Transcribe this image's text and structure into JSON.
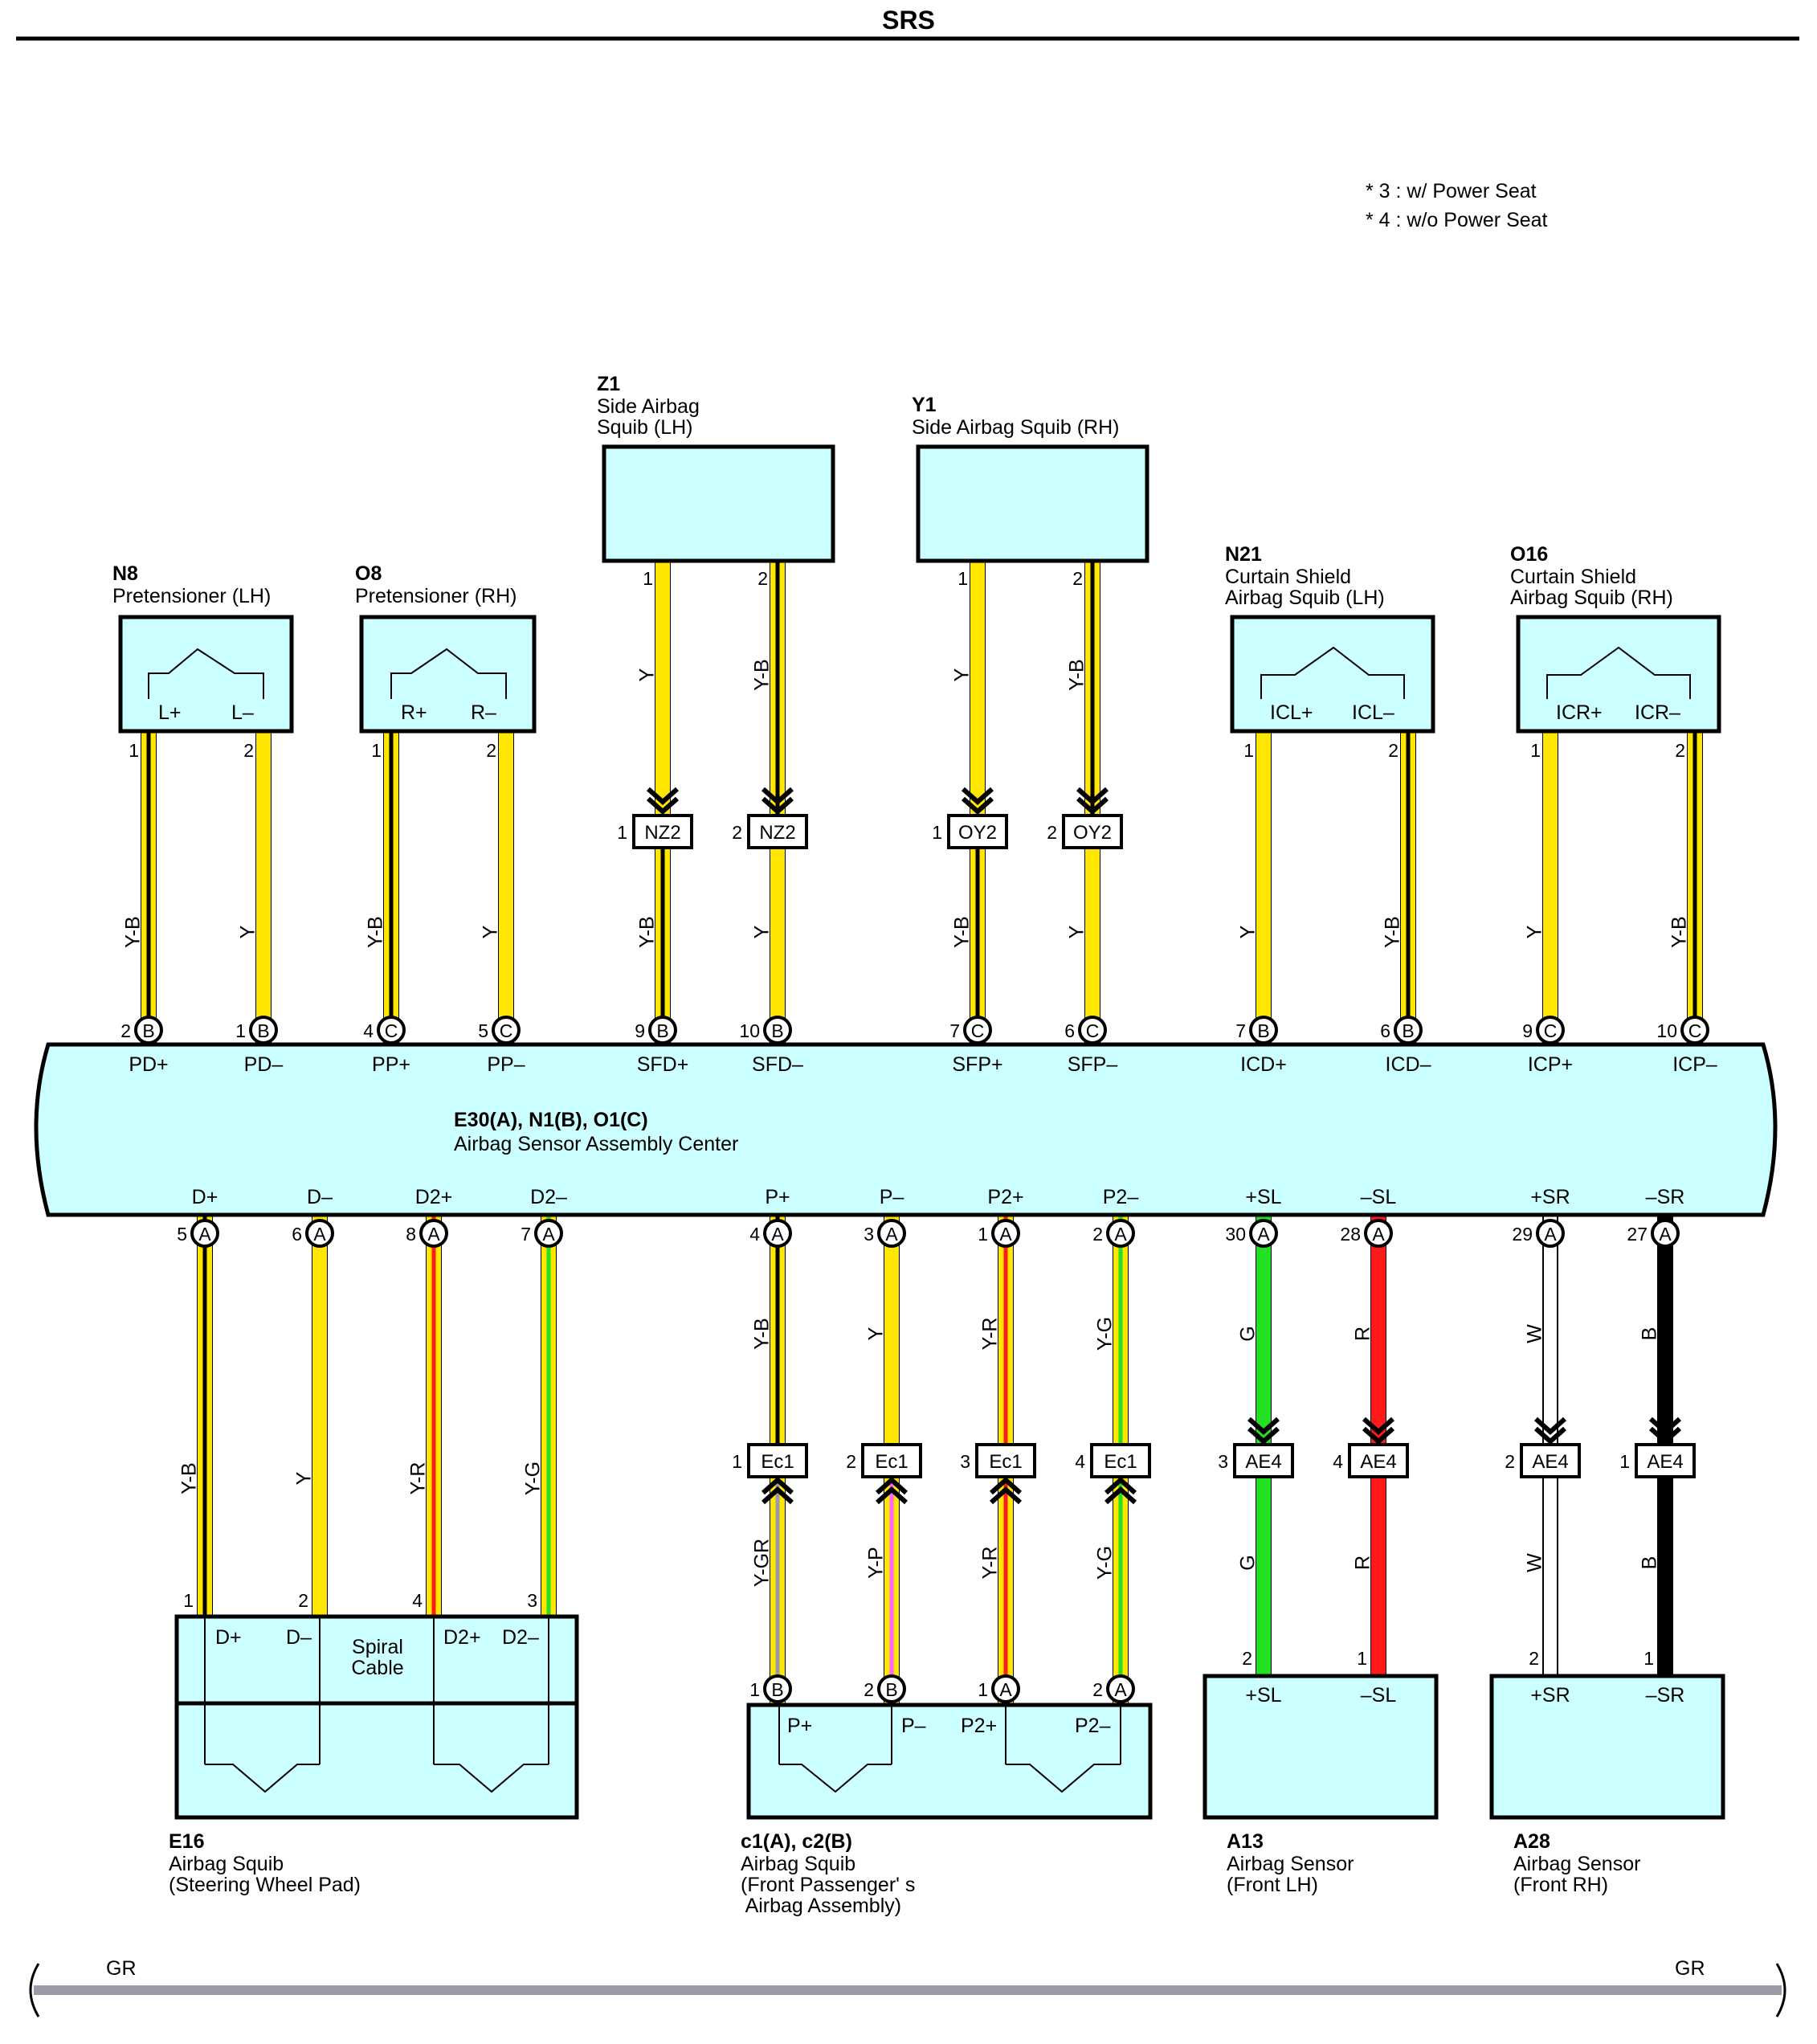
{
  "title": "SRS",
  "notes": [
    "* 3 : w/ Power Seat",
    "* 4 : w/o Power Seat"
  ],
  "colors": {
    "Y": "#ffe600",
    "B": "#000000",
    "R": "#ff1a1a",
    "G": "#22e022",
    "W": "#ffffff",
    "GR": "#9a9aa8",
    "P": "#ff66ff",
    "box": "#ccffff"
  },
  "center": {
    "id": "E30(A), N1(B), O1(C)",
    "name": "Airbag Sensor Assembly Center"
  },
  "components": {
    "n8": {
      "id": "N8",
      "name": [
        "Pretensioner (LH)"
      ],
      "terms": [
        "L+",
        "L–"
      ]
    },
    "o8": {
      "id": "O8",
      "name": [
        "Pretensioner (RH)"
      ],
      "terms": [
        "R+",
        "R–"
      ]
    },
    "z1": {
      "id": "Z1",
      "name": [
        "Side Airbag",
        "Squib (LH)"
      ]
    },
    "y1": {
      "id": "Y1",
      "name": [
        "Side Airbag Squib (RH)"
      ]
    },
    "n21": {
      "id": "N21",
      "name": [
        "Curtain Shield",
        "Airbag Squib (LH)"
      ],
      "terms": [
        "ICL+",
        "ICL–"
      ]
    },
    "o16": {
      "id": "O16",
      "name": [
        "Curtain Shield",
        "Airbag Squib (RH)"
      ],
      "terms": [
        "ICR+",
        "ICR–"
      ]
    },
    "e16": {
      "id": "E16",
      "name": [
        "Airbag Squib",
        "(Steering Wheel Pad)"
      ],
      "terms": [
        "D+",
        "D–",
        "D2+",
        "D2–"
      ],
      "inner": [
        "Spiral",
        "Cable"
      ]
    },
    "c1": {
      "id": "c1(A), c2(B)",
      "name": [
        "Airbag Squib",
        "(Front Passenger' s",
        " Airbag Assembly)"
      ],
      "terms": [
        "P+",
        "P–",
        "P2+",
        "P2–"
      ]
    },
    "a13": {
      "id": "A13",
      "name": [
        "Airbag Sensor",
        "(Front LH)"
      ],
      "terms": [
        "+SL",
        "–SL"
      ]
    },
    "a28": {
      "id": "A28",
      "name": [
        "Airbag Sensor",
        "(Front RH)"
      ],
      "terms": [
        "+SR",
        "–SR"
      ]
    }
  },
  "top_wires": [
    {
      "comp_pin": "1",
      "pin": "2",
      "conn": "B",
      "label": "PD+",
      "color": "Y-B"
    },
    {
      "comp_pin": "2",
      "pin": "1",
      "conn": "B",
      "label": "PD–",
      "color": "Y"
    },
    {
      "comp_pin": "1",
      "pin": "4",
      "conn": "C",
      "label": "PP+",
      "color": "Y-B"
    },
    {
      "comp_pin": "2",
      "pin": "5",
      "conn": "C",
      "label": "PP–",
      "color": "Y"
    },
    {
      "comp_pin": "1",
      "pin": "9",
      "conn": "B",
      "label": "SFD+",
      "color_up": "Y",
      "color": "Y-B",
      "jc": "NZ2",
      "jc_pin": "1"
    },
    {
      "comp_pin": "2",
      "pin": "10",
      "conn": "B",
      "label": "SFD–",
      "color_up": "Y-B",
      "color": "Y",
      "jc": "NZ2",
      "jc_pin": "2"
    },
    {
      "comp_pin": "1",
      "pin": "7",
      "conn": "C",
      "label": "SFP+",
      "color_up": "Y",
      "color": "Y-B",
      "jc": "OY2",
      "jc_pin": "1"
    },
    {
      "comp_pin": "2",
      "pin": "6",
      "conn": "C",
      "label": "SFP–",
      "color_up": "Y-B",
      "color": "Y",
      "jc": "OY2",
      "jc_pin": "2"
    },
    {
      "comp_pin": "1",
      "pin": "7",
      "conn": "B",
      "label": "ICD+",
      "color": "Y"
    },
    {
      "comp_pin": "2",
      "pin": "6",
      "conn": "B",
      "label": "ICD–",
      "color": "Y-B"
    },
    {
      "comp_pin": "1",
      "pin": "9",
      "conn": "C",
      "label": "ICP+",
      "color": "Y"
    },
    {
      "comp_pin": "2",
      "pin": "10",
      "conn": "C",
      "label": "ICP–",
      "color": "Y-B"
    }
  ],
  "bottom_wires": [
    {
      "label": "D+",
      "pin": "5",
      "conn": "A",
      "color": "Y-B",
      "comp_pin": "1"
    },
    {
      "label": "D–",
      "pin": "6",
      "conn": "A",
      "color": "Y",
      "comp_pin": "2"
    },
    {
      "label": "D2+",
      "pin": "8",
      "conn": "A",
      "color": "Y-R",
      "comp_pin": "4"
    },
    {
      "label": "D2–",
      "pin": "7",
      "conn": "A",
      "color": "Y-G",
      "comp_pin": "3"
    },
    {
      "label": "P+",
      "pin": "4",
      "conn": "A",
      "color": "Y-B",
      "jc": "Ec1",
      "jc_pin": "1",
      "color_low": "Y-GR",
      "comp_pin": "1",
      "comp_conn": "B"
    },
    {
      "label": "P–",
      "pin": "3",
      "conn": "A",
      "color": "Y",
      "jc": "Ec1",
      "jc_pin": "2",
      "color_low": "Y-P",
      "comp_pin": "2",
      "comp_conn": "B"
    },
    {
      "label": "P2+",
      "pin": "1",
      "conn": "A",
      "color": "Y-R",
      "jc": "Ec1",
      "jc_pin": "3",
      "color_low": "Y-R",
      "comp_pin": "1",
      "comp_conn": "A"
    },
    {
      "label": "P2–",
      "pin": "2",
      "conn": "A",
      "color": "Y-G",
      "jc": "Ec1",
      "jc_pin": "4",
      "color_low": "Y-G",
      "comp_pin": "2",
      "comp_conn": "A"
    },
    {
      "label": "+SL",
      "pin": "30",
      "conn": "A",
      "color": "G",
      "jc": "AE4",
      "jc_pin": "3",
      "color_low": "G",
      "comp_pin": "2"
    },
    {
      "label": "–SL",
      "pin": "28",
      "conn": "A",
      "color": "R",
      "jc": "AE4",
      "jc_pin": "4",
      "color_low": "R",
      "comp_pin": "1"
    },
    {
      "label": "+SR",
      "pin": "29",
      "conn": "A",
      "color": "W",
      "jc": "AE4",
      "jc_pin": "2",
      "color_low": "W",
      "comp_pin": "2"
    },
    {
      "label": "–SR",
      "pin": "27",
      "conn": "A",
      "color": "B",
      "jc": "AE4",
      "jc_pin": "1",
      "color_low": "B",
      "comp_pin": "1"
    }
  ],
  "ground": {
    "left": "GR",
    "right": "GR"
  }
}
